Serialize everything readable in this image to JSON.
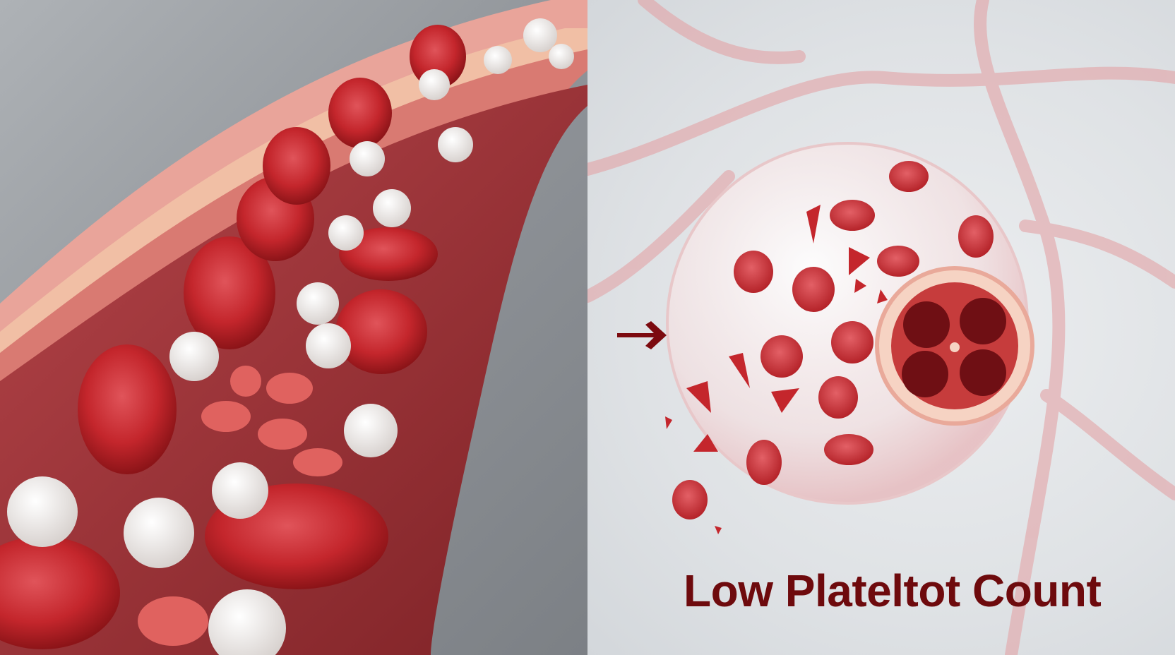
{
  "caption": {
    "text": "Low Plateltot Count",
    "color": "#6e0a0d"
  },
  "scene": {
    "left_panel": "blood vessel cross-section with red blood cells and white cells",
    "right_panel": "translucent sphere containing red cells, fragments and a circular cell cross-section",
    "background_colors": {
      "left": "#8d9196",
      "right": "#e4e6e8",
      "cell_red": "#c4262c",
      "vessel_wall": "#e9a49a"
    }
  },
  "icons": {
    "arrow": "right-arrow"
  }
}
